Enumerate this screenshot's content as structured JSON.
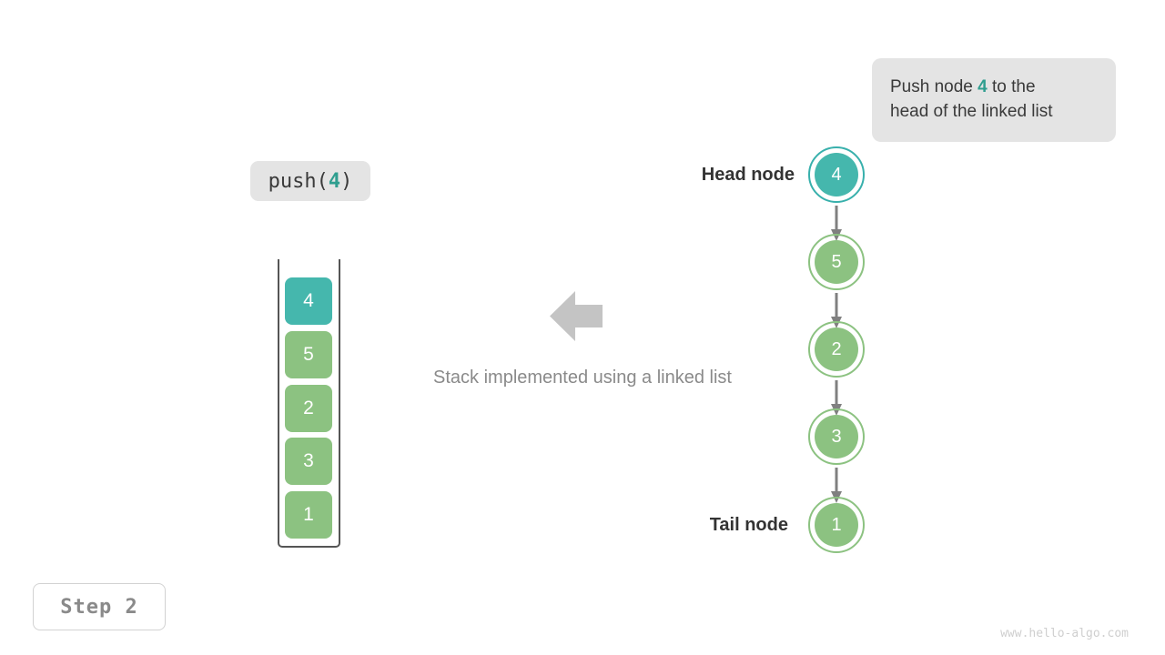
{
  "callout": {
    "prefix": "Push node ",
    "value": "4",
    "suffix": " to the",
    "line2": "head of the linked list"
  },
  "push_label": {
    "prefix": "push(",
    "value": "4",
    "suffix": ")"
  },
  "stack": {
    "cells": [
      {
        "value": "4",
        "color": "teal"
      },
      {
        "value": "5",
        "color": "green"
      },
      {
        "value": "2",
        "color": "green"
      },
      {
        "value": "3",
        "color": "green"
      },
      {
        "value": "1",
        "color": "green"
      }
    ]
  },
  "caption": "Stack implemented using a linked list",
  "linked_list": {
    "head_label": "Head node",
    "tail_label": "Tail node",
    "nodes": [
      {
        "value": "4",
        "color": "teal"
      },
      {
        "value": "5",
        "color": "green"
      },
      {
        "value": "2",
        "color": "green"
      },
      {
        "value": "3",
        "color": "green"
      },
      {
        "value": "1",
        "color": "green"
      }
    ]
  },
  "step_badge": "Step 2",
  "watermark": "www.hello-algo.com",
  "colors": {
    "teal": "#45b7ad",
    "teal_ring": "#38b0ac",
    "green": "#8cc281",
    "accent_text": "#2f9e8f",
    "arrow_gray": "#808080",
    "big_arrow_gray": "#c4c4c4",
    "box_gray": "#e4e4e4"
  }
}
